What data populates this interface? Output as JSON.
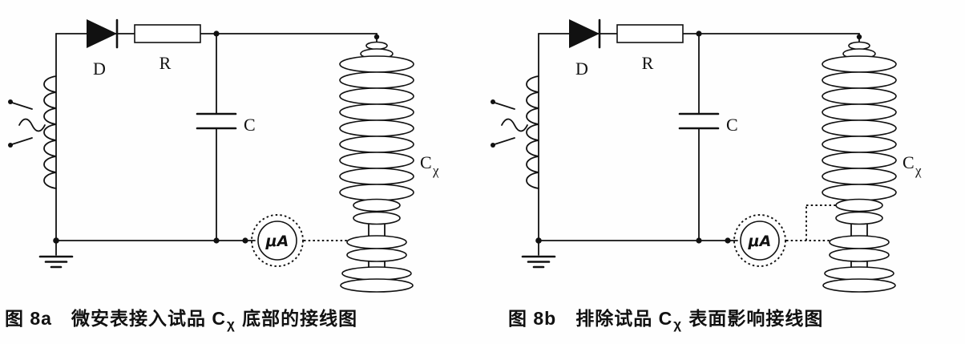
{
  "figures": [
    {
      "id": "8a",
      "labels": {
        "ac_source": "~",
        "diode": "D",
        "resistor": "R",
        "capacitor": "C",
        "specimen": "C",
        "specimen_sub": "χ",
        "meter": "μA"
      },
      "caption": {
        "number": "图 8a",
        "text_before": "微安表接入试品 C",
        "sub": "χ",
        "text_after": " 底部的接线图"
      }
    },
    {
      "id": "8b",
      "labels": {
        "ac_source": "~",
        "diode": "D",
        "resistor": "R",
        "capacitor": "C",
        "specimen": "C",
        "specimen_sub": "χ",
        "meter": "μA"
      },
      "caption": {
        "number": "图 8b",
        "text_before": "排除试品 C",
        "sub": "χ",
        "text_after": " 表面影响接线图"
      }
    }
  ],
  "colors": {
    "ink": "#111111",
    "background": "#fefefe"
  }
}
